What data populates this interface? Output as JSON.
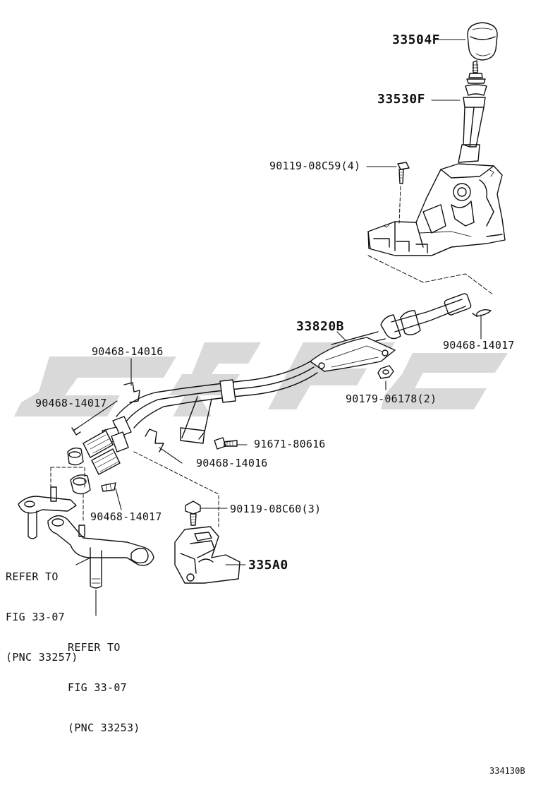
{
  "callouts": {
    "knob": "33504F",
    "lever": "33530F",
    "bolt_base": "90119-08C59(4)",
    "cable_assy": "33820B",
    "clip_right": "90468-14017",
    "nut": "90179-06178(2)",
    "clip_left_upper": "90468-14016",
    "clip_left_pin": "90468-14017",
    "bolt_small": "91671-80616",
    "clip_middle": "90468-14016",
    "pin_lower": "90468-14017",
    "bolt_bracket": "90119-08C60(3)",
    "bracket": "335A0"
  },
  "references": {
    "ref1": [
      "REFER TO",
      "FIG 33-07",
      "(PNC 33257)"
    ],
    "ref2": [
      "REFER TO",
      "FIG 33-07",
      "(PNC 33253)"
    ]
  },
  "figure_code": "334130B",
  "watermark_color": "#d9d9d9",
  "line_color": "#111111"
}
